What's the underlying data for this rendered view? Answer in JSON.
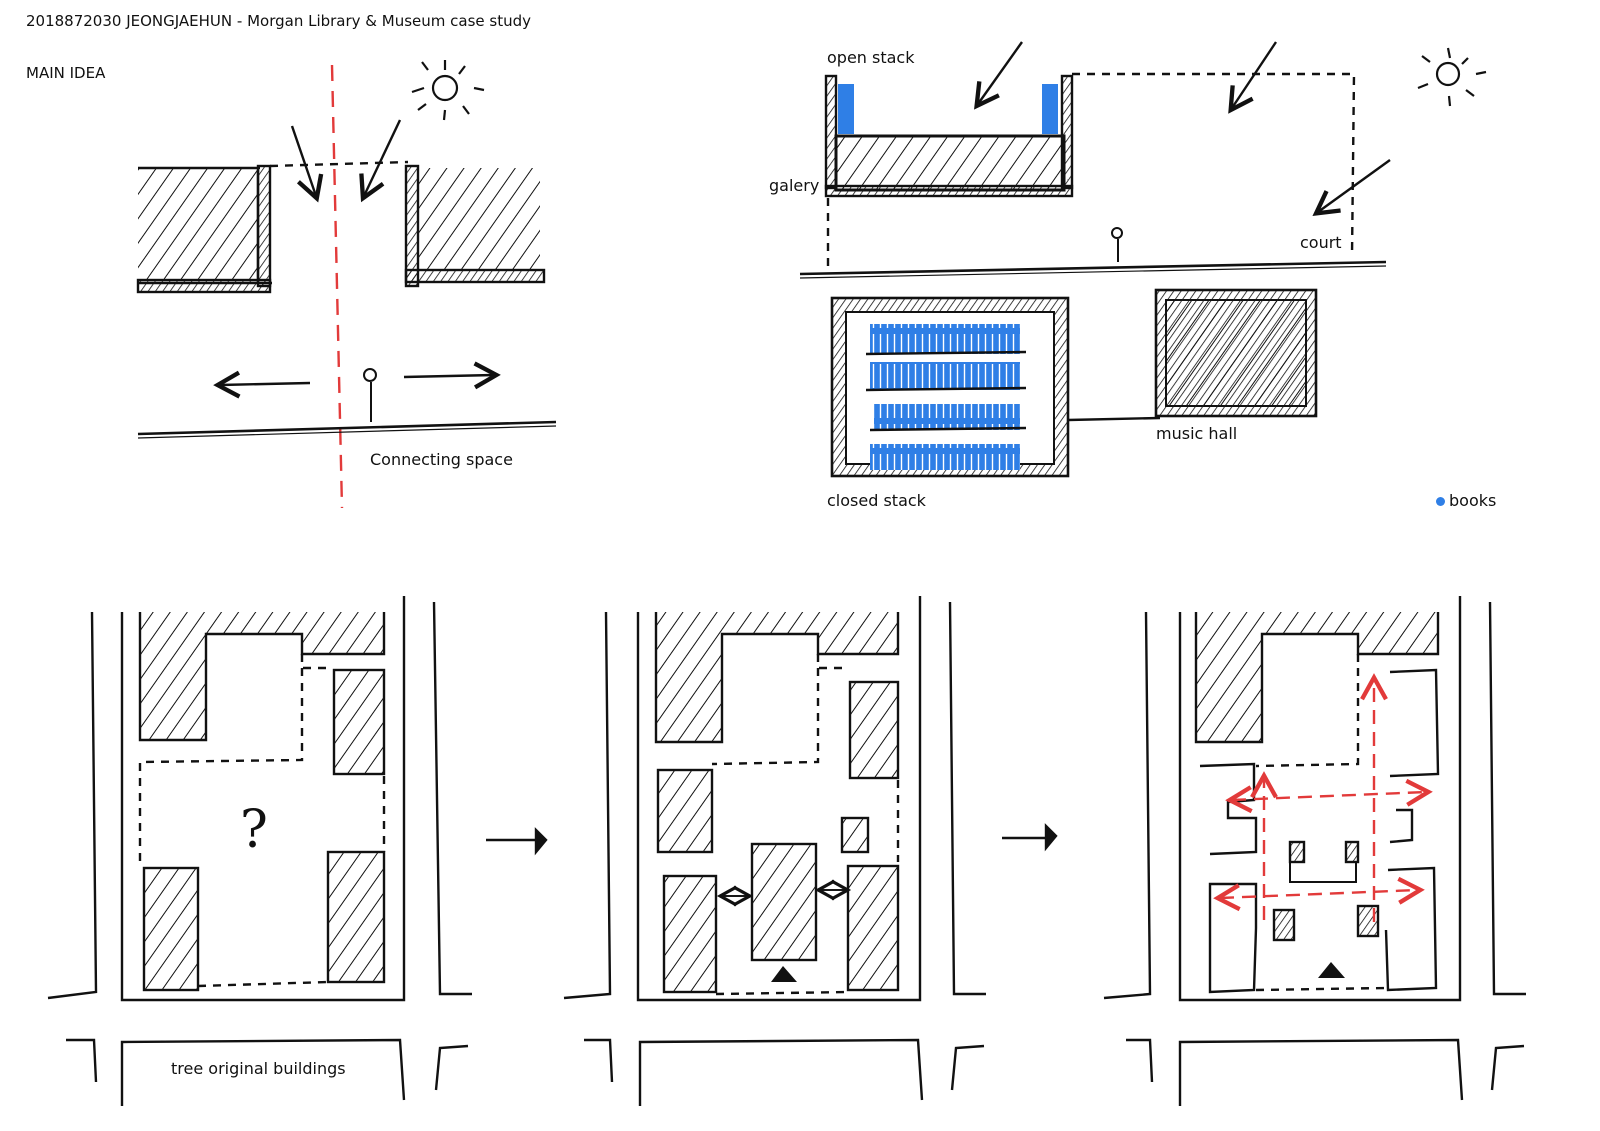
{
  "title": "2018872030 JEONGJAEHUN - Morgan Library & Museum case study",
  "main_idea": "MAIN IDEA",
  "labels": {
    "connecting_space": "Connecting space",
    "open_stack": "open stack",
    "galery": "galery",
    "court": "court",
    "music_hall": "music hall",
    "closed_stack": "closed stack",
    "tree_original_buildings": "tree original buildings",
    "question_mark": "?"
  },
  "legend": {
    "books": "books"
  },
  "colors": {
    "ink": "#111111",
    "books": "#2f7fe6",
    "red": "#e23a3a"
  },
  "icons": {
    "sun": "sun-icon",
    "person": "person-icon",
    "entrance": "entrance-triangle-icon"
  }
}
